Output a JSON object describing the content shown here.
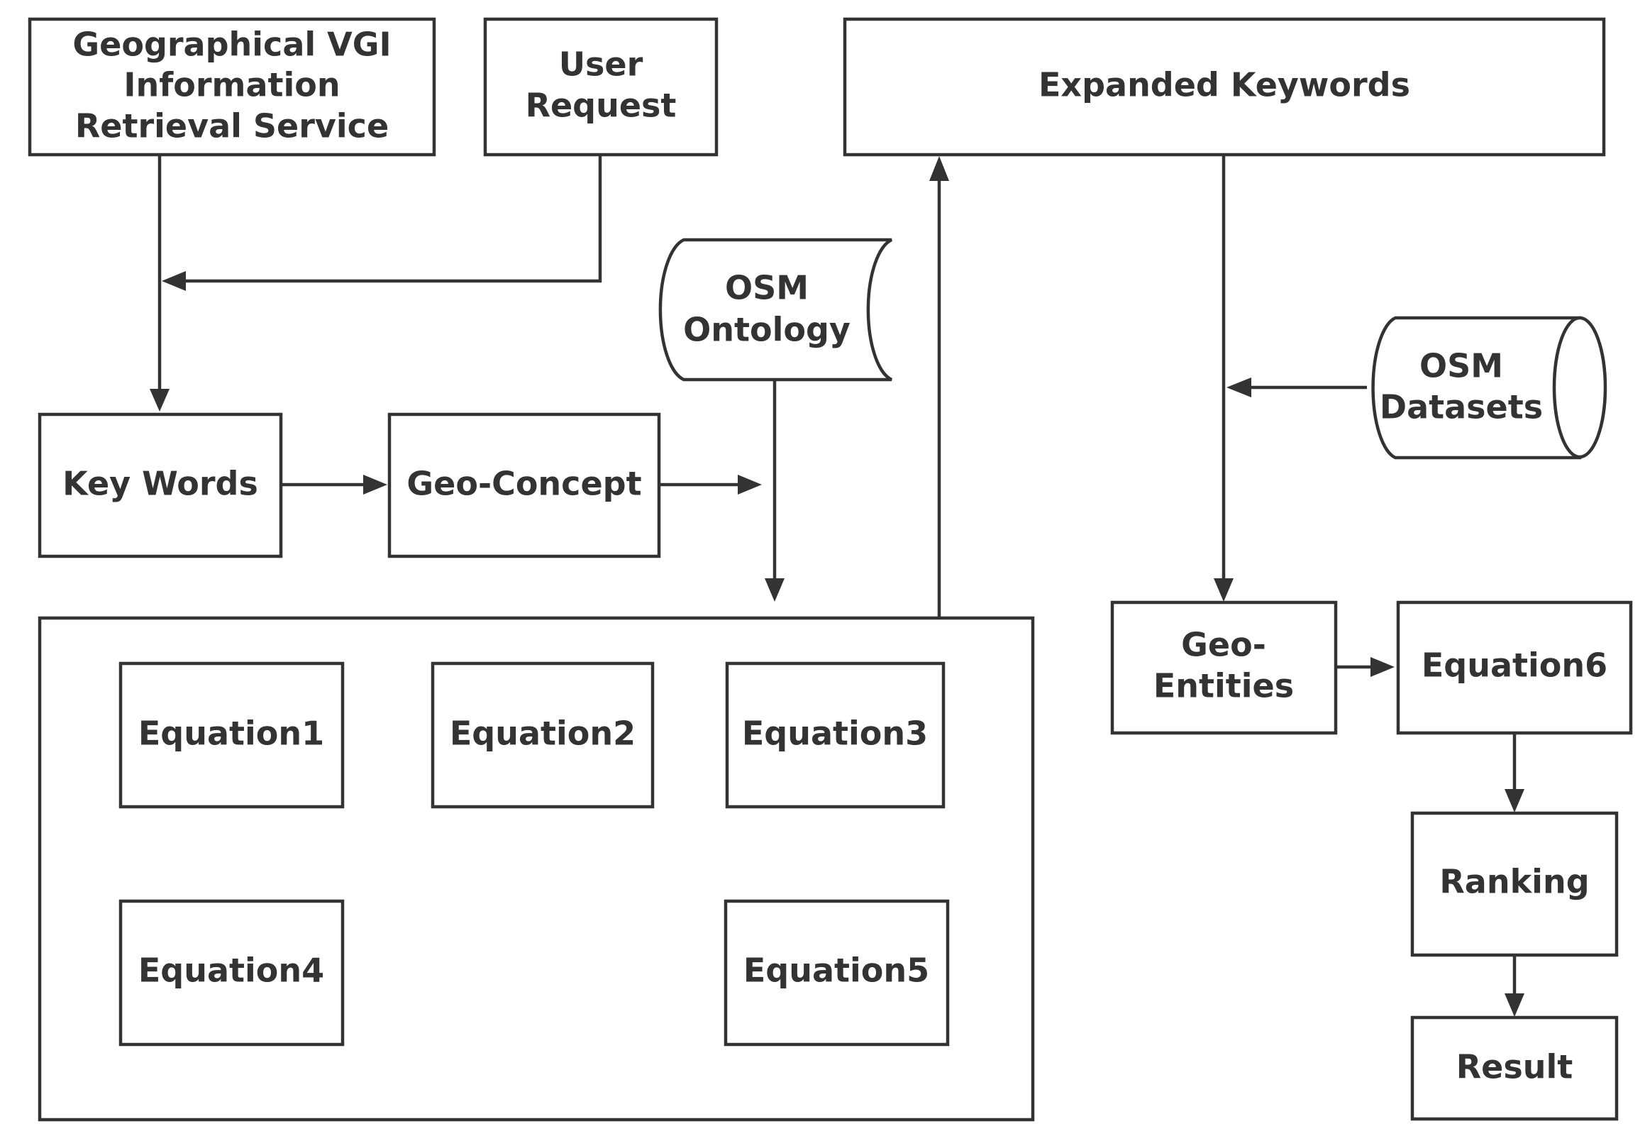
{
  "colors": {
    "stroke": "#333333",
    "text": "#333333",
    "background": "#ffffff"
  },
  "nodes": {
    "geo_vgi_service": {
      "line1": "Geographical VGI",
      "line2": "Information",
      "line3": "Retrieval Service"
    },
    "user_request": {
      "line1": "User",
      "line2": "Request"
    },
    "expanded_keywords": {
      "label": "Expanded Keywords"
    },
    "osm_ontology": {
      "line1": "OSM",
      "line2": "Ontology"
    },
    "osm_datasets": {
      "line1": "OSM",
      "line2": "Datasets"
    },
    "key_words": {
      "label": "Key Words"
    },
    "geo_concept": {
      "label": "Geo-Concept"
    },
    "equation1": {
      "label": "Equation1"
    },
    "equation2": {
      "label": "Equation2"
    },
    "equation3": {
      "label": "Equation3"
    },
    "equation4": {
      "label": "Equation4"
    },
    "equation5": {
      "label": "Equation5"
    },
    "geo_entities": {
      "line1": "Geo-",
      "line2": "Entities"
    },
    "equation6": {
      "label": "Equation6"
    },
    "ranking": {
      "label": "Ranking"
    },
    "result": {
      "label": "Result"
    }
  }
}
